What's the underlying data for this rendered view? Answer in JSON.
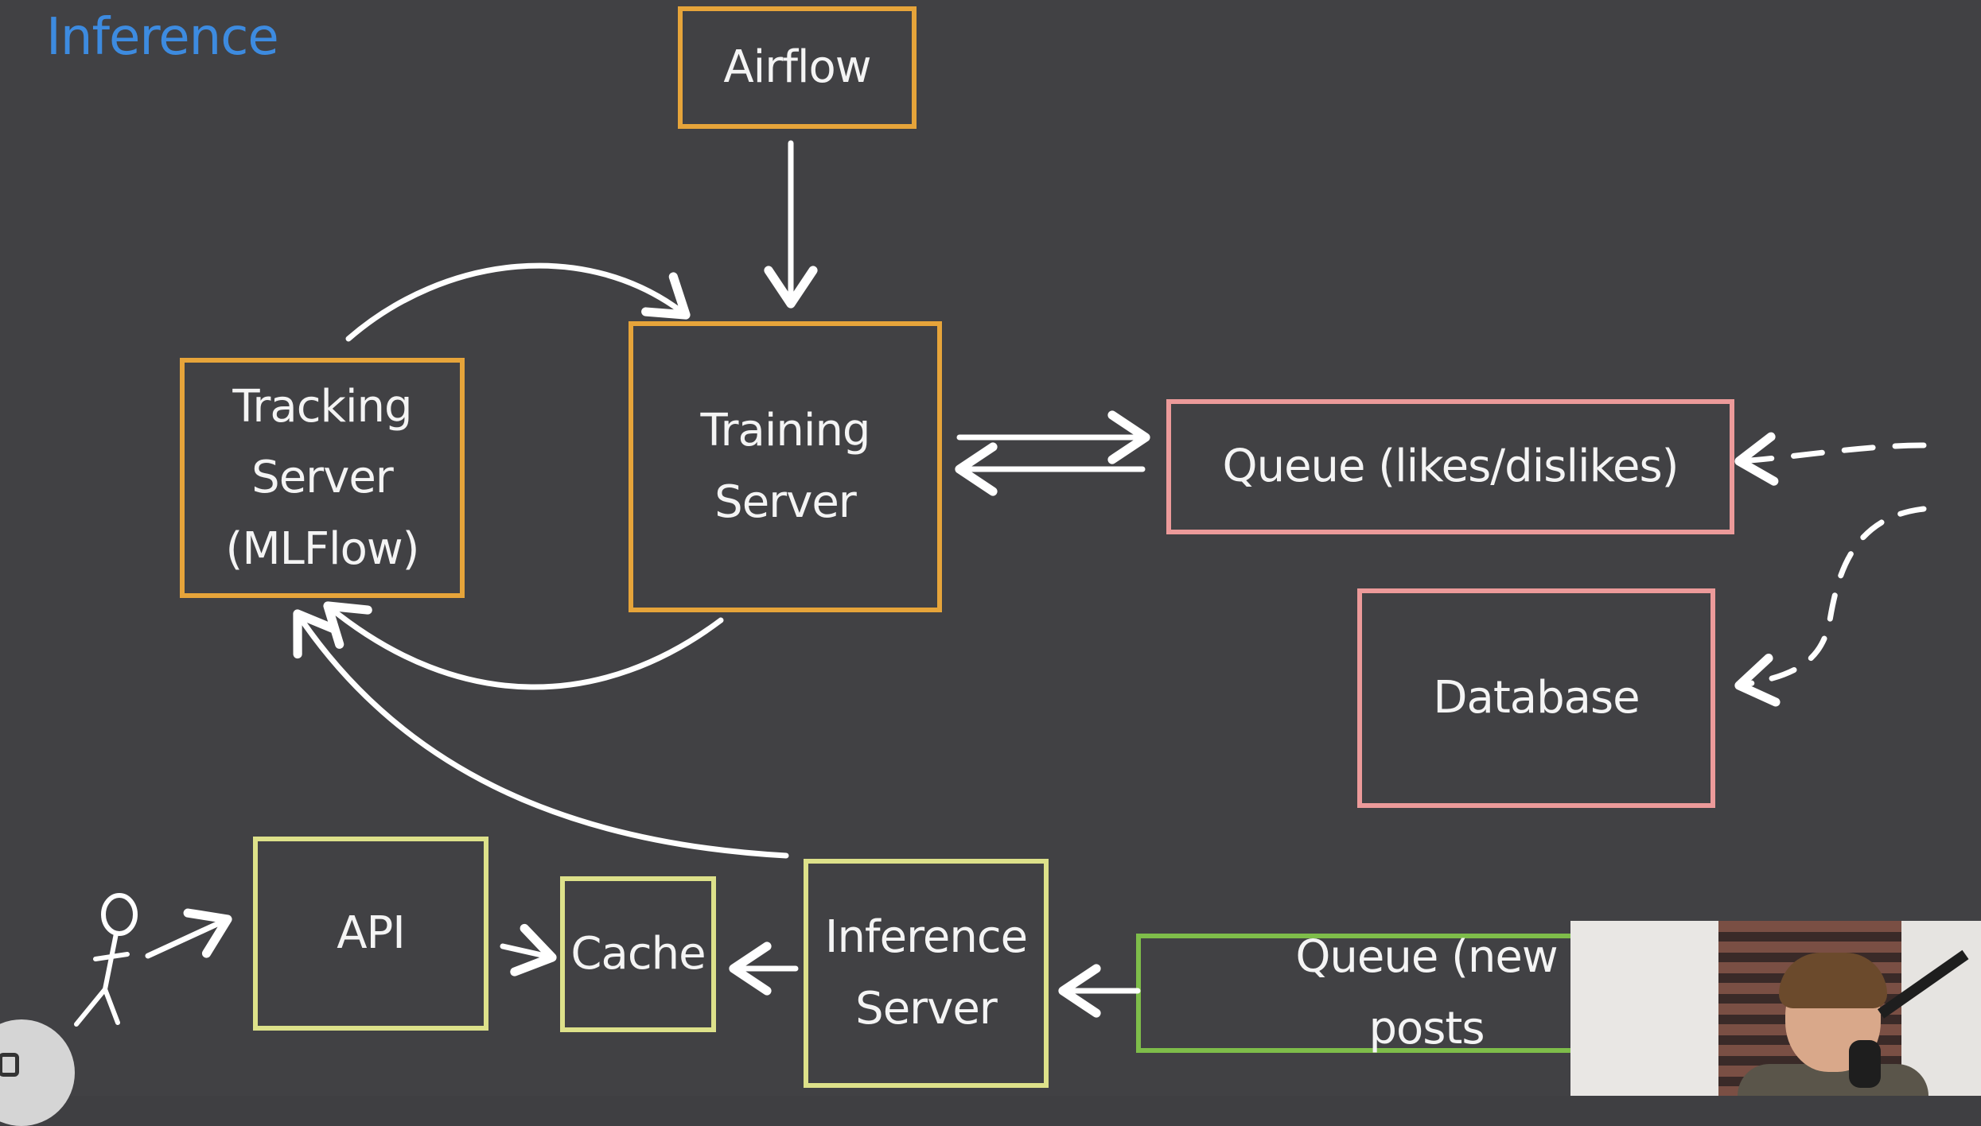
{
  "title": "Inference",
  "boxes": {
    "airflow": "Airflow",
    "tracking_server": "Tracking\nServer\n(MLFlow)",
    "training_server": "Training\nServer",
    "queue_likes": "Queue (likes/dislikes)",
    "database": "Database",
    "api": "API",
    "cache": "Cache",
    "inference_server": "Inference\nServer",
    "queue_new_posts": "Queue (new posts"
  },
  "colors": {
    "background": "#414144",
    "title": "#3d8be0",
    "orange_border": "#e6a43a",
    "pink_border": "#ec9a9a",
    "yellow_border": "#dde18a",
    "green_border": "#7ebd4a",
    "arrow": "#ffffff"
  },
  "icons": {
    "user": "stick-figure-icon",
    "webcam": "webcam-overlay",
    "corner_button": "chat-icon"
  }
}
